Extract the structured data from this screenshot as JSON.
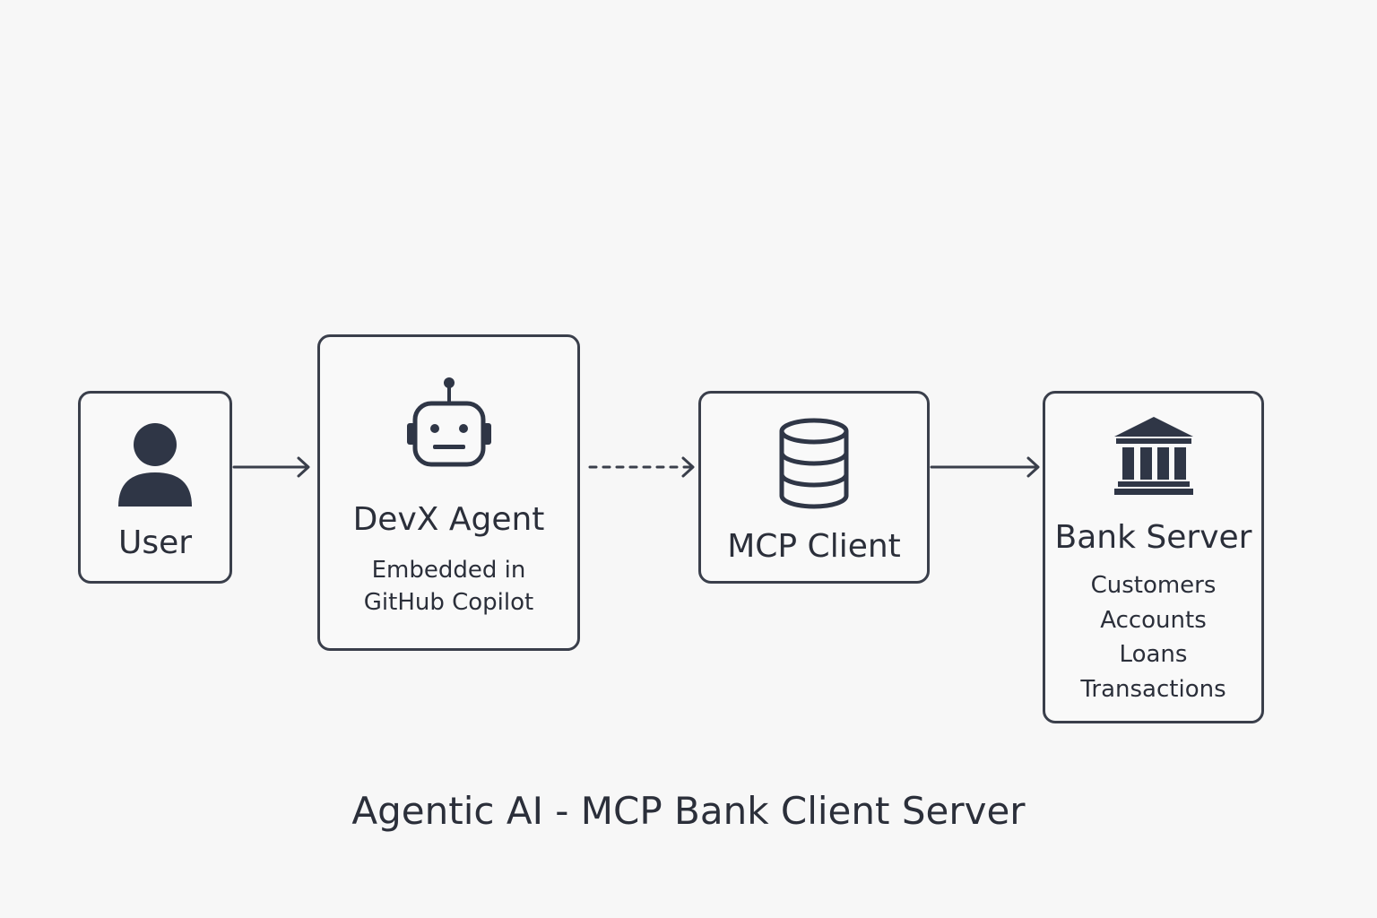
{
  "diagram": {
    "title": "Agentic AI - MCP Bank Client Server",
    "nodes": {
      "user": {
        "icon": "user-icon",
        "title": "User"
      },
      "agent": {
        "icon": "robot-icon",
        "title": "DevX Agent",
        "subtitle": [
          "Embedded in",
          "GitHub Copilot"
        ]
      },
      "mcp_client": {
        "icon": "database-icon",
        "title": "MCP Client"
      },
      "bank_server": {
        "icon": "bank-icon",
        "title": "Bank Server",
        "items": [
          "Customers",
          "Accounts",
          "Loans",
          "Transactions"
        ]
      }
    },
    "edges": [
      {
        "from": "User",
        "to": "DevX Agent",
        "style": "solid"
      },
      {
        "from": "DevX Agent",
        "to": "MCP Client",
        "style": "dashed"
      },
      {
        "from": "MCP Client",
        "to": "Bank Server",
        "style": "solid"
      }
    ]
  },
  "colors": {
    "background": "#f7f7f7",
    "stroke": "#3a3f4b",
    "icon_fill": "#2f3646",
    "text": "#2b2f3a"
  }
}
